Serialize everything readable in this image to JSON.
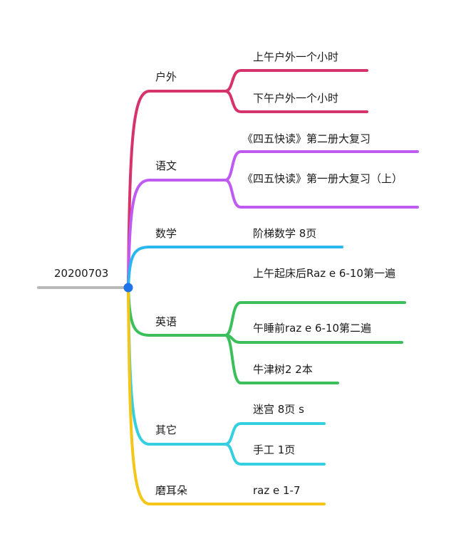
{
  "root": {
    "label": "20200703"
  },
  "branches": [
    {
      "id": "outdoor",
      "label": "户外",
      "color": "#D6336C",
      "children": [
        {
          "label": "上午户外一个小时"
        },
        {
          "label": "下午户外一个小时"
        }
      ]
    },
    {
      "id": "chinese",
      "label": "语文",
      "color": "#BF5AF2",
      "children": [
        {
          "label": "《四五快读》第二册大复习"
        },
        {
          "label": "《四五快读》第一册大复习（上）"
        }
      ]
    },
    {
      "id": "math",
      "label": "数学",
      "color": "#2AB7F0",
      "children": [
        {
          "label": "阶梯数学 8页"
        }
      ]
    },
    {
      "id": "english",
      "label": "英语",
      "color": "#3BBF5A",
      "children": [
        {
          "label": "上午起床后Raz e 6-10第一遍"
        },
        {
          "label": "午睡前raz e 6-10第二遍"
        },
        {
          "label": "牛津树2 2本"
        }
      ]
    },
    {
      "id": "other",
      "label": "其它",
      "color": "#34CFE0",
      "children": [
        {
          "label": "迷宫 8页 s"
        },
        {
          "label": "手工 1页"
        }
      ]
    },
    {
      "id": "ear",
      "label": "磨耳朵",
      "color": "#F5C518",
      "children": [
        {
          "label": "raz e 1-7"
        }
      ]
    }
  ],
  "colors": {
    "root_line": "#B8B8B8",
    "root_dot": "#1E73E8"
  }
}
